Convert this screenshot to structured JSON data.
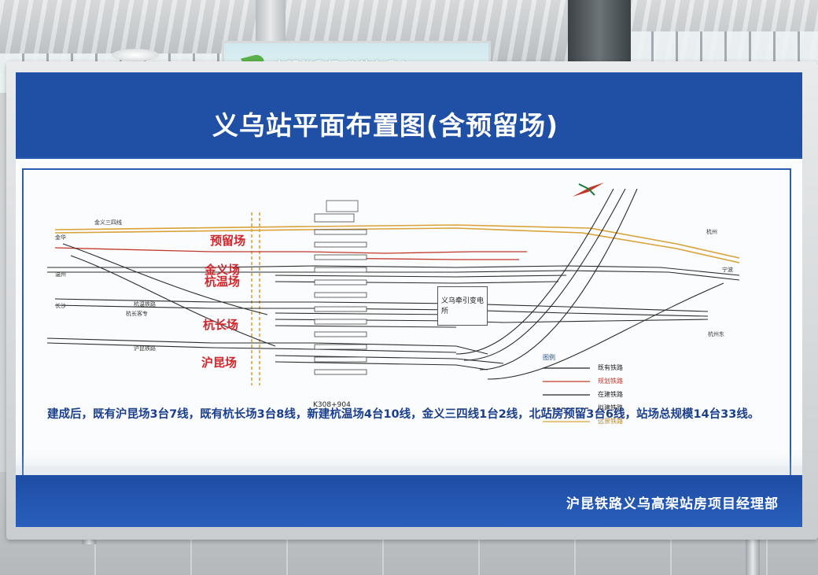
{
  "slogan": "文明伴我行 公德在我心",
  "board": {
    "title": "义乌站平面布置图(含预留场)",
    "yards": [
      {
        "key": "reserved",
        "label": "预留场"
      },
      {
        "key": "jinyi",
        "label": "金义场"
      },
      {
        "key": "hangwen",
        "label": "杭温场"
      },
      {
        "key": "hangchang",
        "label": "杭长场"
      },
      {
        "key": "hukun",
        "label": "沪昆场"
      }
    ],
    "substation": "义乌牵引变电所",
    "kilometer_mark": "K308+904",
    "line_labels": {
      "jinyi_34": "金义三四线",
      "hangwen": "杭温铁路",
      "hangchang": "杭长客专",
      "hukun": "沪昆铁路",
      "hangzhou": "杭州",
      "hangzhou_east": "杭州东",
      "ningbo": "宁波",
      "jinhua": "金华",
      "changsha": "长沙",
      "wenzhou": "温州"
    },
    "legend": {
      "title": "图例",
      "items": [
        {
          "label": "既有铁路",
          "color": "#222222"
        },
        {
          "label": "规划铁路",
          "color": "#c0392b"
        },
        {
          "label": "在建铁路",
          "color": "#222222"
        },
        {
          "label": "拟建铁路",
          "color": "#222222"
        },
        {
          "label": "远景铁路",
          "color": "#d9a23a"
        }
      ]
    },
    "summary": "建成后，既有沪昆场3台7线，既有杭长场3台8线，新建杭温场4台10线，金义三四线1台2线，北站房预留3台6线，站场总规模14台33线。",
    "footer": "沪昆铁路义乌高架站房项目经理部"
  }
}
